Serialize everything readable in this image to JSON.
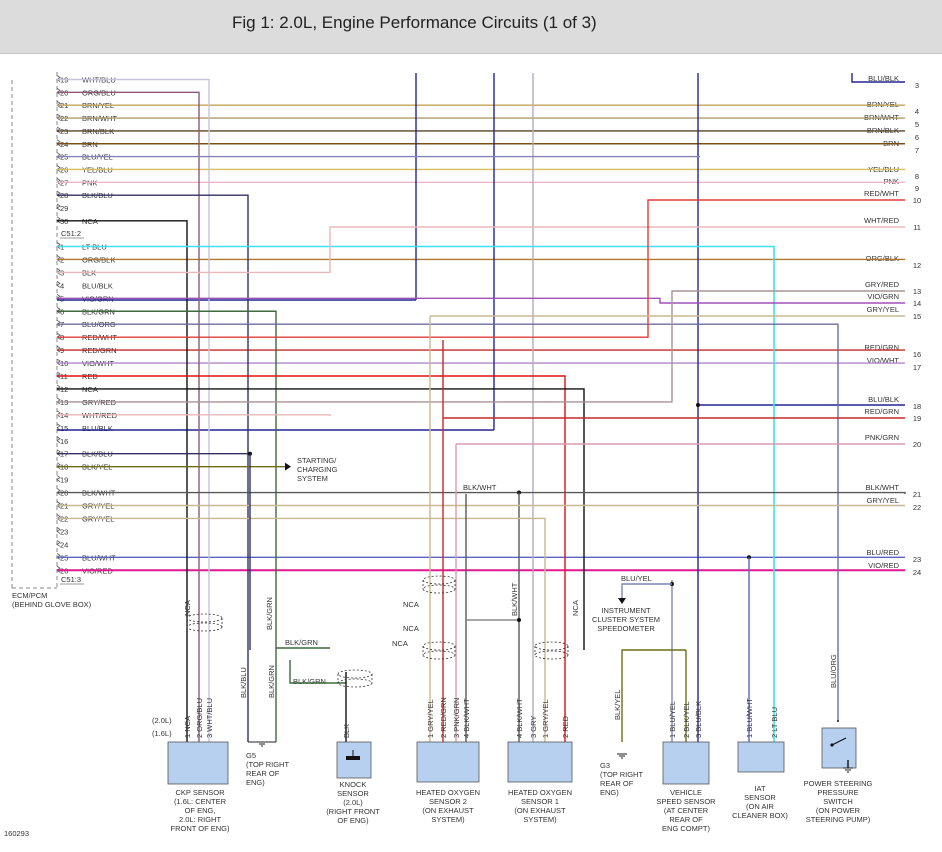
{
  "title": "Fig 1: 2.0L, Engine Performance Circuits (1 of 3)",
  "figure_id": "160293",
  "ecm": {
    "label": "ECM/PCM",
    "location": "(BEHIND GLOVE BOX)"
  },
  "connector_labels": [
    "C51:2",
    "C51:3"
  ],
  "connector1_pins": [
    {
      "pin": "19",
      "wire": "WHT/BLU"
    },
    {
      "pin": "20",
      "wire": "ORG/BLU"
    },
    {
      "pin": "21",
      "wire": "BRN/YEL"
    },
    {
      "pin": "22",
      "wire": "BRN/WHT"
    },
    {
      "pin": "23",
      "wire": "BRN/BLK"
    },
    {
      "pin": "24",
      "wire": "BRN"
    },
    {
      "pin": "25",
      "wire": "BLU/YEL"
    },
    {
      "pin": "26",
      "wire": "YEL/BLU"
    },
    {
      "pin": "27",
      "wire": "PNK"
    },
    {
      "pin": "28",
      "wire": "BLK/BLU"
    },
    {
      "pin": "29",
      "wire": ""
    },
    {
      "pin": "30",
      "wire": "NCA"
    }
  ],
  "connector2_pins": [
    {
      "pin": "1",
      "wire": "LT BLU"
    },
    {
      "pin": "2",
      "wire": "ORG/BLK"
    },
    {
      "pin": "3",
      "wire": "BLK"
    },
    {
      "pin": "4",
      "wire": "BLU/BLK"
    },
    {
      "pin": "5",
      "wire": "VIO/GRN"
    },
    {
      "pin": "6",
      "wire": "BLK/GRN"
    },
    {
      "pin": "7",
      "wire": "BLU/ORG"
    },
    {
      "pin": "8",
      "wire": "RED/WHT"
    },
    {
      "pin": "9",
      "wire": "RED/GRN"
    },
    {
      "pin": "10",
      "wire": "VIO/WHT"
    },
    {
      "pin": "11",
      "wire": "RED"
    },
    {
      "pin": "12",
      "wire": "NCA"
    },
    {
      "pin": "13",
      "wire": "GRY/RED"
    },
    {
      "pin": "14",
      "wire": "WHT/RED"
    },
    {
      "pin": "15",
      "wire": "BLU/BLK"
    },
    {
      "pin": "16",
      "wire": ""
    },
    {
      "pin": "17",
      "wire": "BLK/BLU"
    },
    {
      "pin": "18",
      "wire": "BLK/YEL"
    },
    {
      "pin": "19",
      "wire": ""
    },
    {
      "pin": "20",
      "wire": "BLK/WHT"
    },
    {
      "pin": "21",
      "wire": "GRY/YEL"
    },
    {
      "pin": "22",
      "wire": "GRY/YEL"
    },
    {
      "pin": "23",
      "wire": ""
    },
    {
      "pin": "24",
      "wire": ""
    },
    {
      "pin": "25",
      "wire": "BLU/WHT"
    },
    {
      "pin": "26",
      "wire": "VIO/RED"
    }
  ],
  "right_refs": [
    {
      "num": "3",
      "wire": "BLU/BLK"
    },
    {
      "num": "4",
      "wire": "BRN/YEL"
    },
    {
      "num": "5",
      "wire": "BRN/WHT"
    },
    {
      "num": "6",
      "wire": "BRN/BLK"
    },
    {
      "num": "7",
      "wire": "BRN"
    },
    {
      "num": "8",
      "wire": "YEL/BLU"
    },
    {
      "num": "9",
      "wire": "PNK"
    },
    {
      "num": "10",
      "wire": "RED/WHT"
    },
    {
      "num": "11",
      "wire": "WHT/RED"
    },
    {
      "num": "12",
      "wire": "ORG/BLK"
    },
    {
      "num": "13",
      "wire": "GRY/RED"
    },
    {
      "num": "14",
      "wire": "VIO/GRN"
    },
    {
      "num": "15",
      "wire": "GRY/YEL"
    },
    {
      "num": "16",
      "wire": "RED/GRN"
    },
    {
      "num": "17",
      "wire": "VIO/WHT"
    },
    {
      "num": "18",
      "wire": "BLU/BLK"
    },
    {
      "num": "19",
      "wire": "RED/GRN"
    },
    {
      "num": "20",
      "wire": "PNK/GRN"
    },
    {
      "num": "21",
      "wire": "BLK/WHT"
    },
    {
      "num": "22",
      "wire": "GRY/YEL"
    },
    {
      "num": "23",
      "wire": "BLU/RED"
    },
    {
      "num": "24",
      "wire": "VIO/RED"
    }
  ],
  "starting_charging": [
    "STARTING/",
    "CHARGING",
    "SYSTEM"
  ],
  "instrument_cluster": [
    "INSTRUMENT",
    "CLUSTER SYSTEM",
    "SPEEDOMETER"
  ],
  "wire_labels": {
    "blk_wht": "BLK/WHT",
    "blu_yel": "BLU/YEL",
    "blk_grn": "BLK/GRN",
    "nca": "NCA",
    "blu_org": "BLU/ORG"
  },
  "variant_labels": [
    "(2.0L)",
    "(1.6L)"
  ],
  "grounds": {
    "g5": [
      "G5",
      "(TOP RIGHT",
      "REAR OF",
      "ENG)"
    ],
    "g3": [
      "G3",
      "(TOP RIGHT",
      "REAR OF",
      "ENG)"
    ]
  },
  "components": [
    {
      "id": "ckp",
      "lines": [
        "CKP SENSOR",
        "(1.6L: CENTER",
        "OF ENG,",
        "2.0L: RIGHT",
        "FRONT OF ENG)"
      ],
      "pins": [
        "1 NCA",
        "2 ORG/BLU",
        "3 WHT/BLU"
      ]
    },
    {
      "id": "knock",
      "lines": [
        "KNOCK",
        "SENSOR",
        "(2.0L)",
        "(RIGHT FRONT",
        "OF ENG)"
      ],
      "pins": [
        "BLK"
      ]
    },
    {
      "id": "ho2s2",
      "lines": [
        "HEATED OXYGEN",
        "SENSOR 2",
        "(ON EXHAUST",
        "SYSTEM)"
      ],
      "pins": [
        "1 GRY/YEL",
        "2 RED/GRN",
        "3 PNK/GRN",
        "4 BLK/WHT"
      ]
    },
    {
      "id": "ho2s1",
      "lines": [
        "HEATED OXYGEN",
        "SENSOR 1",
        "(ON EXHAUST",
        "SYSTEM)"
      ],
      "pins": [
        "4 BLK/WHT",
        "3 GRY",
        "1 GRY/YEL",
        "2 RED"
      ]
    },
    {
      "id": "vss",
      "lines": [
        "VEHICLE",
        "SPEED SENSOR",
        "(AT CENTER",
        "REAR OF",
        "ENG COMPT)"
      ],
      "pins": [
        "1 BLU/YEL",
        "2 BLK/YEL",
        "3 BLU/BLK"
      ]
    },
    {
      "id": "iat",
      "lines": [
        "IAT",
        "SENSOR",
        "(ON AIR",
        "CLEANER BOX)"
      ],
      "pins": [
        "1 BLU/WHT",
        "2 LT BLU"
      ]
    },
    {
      "id": "ps",
      "lines": [
        "POWER STEERING",
        "PRESSURE",
        "SWITCH",
        "(ON POWER",
        "STEERING PUMP)"
      ],
      "pins": []
    }
  ],
  "ground_wires": {
    "g5": [
      "BLK/BLU",
      "BLK/GRN"
    ],
    "g3": [
      "BLK/YEL"
    ]
  },
  "colors": {
    "WHT/BLU": "#c4c4dc",
    "ORG/BLU": "#8c5a78",
    "BRN/YEL": "#c4a25a",
    "BRN/WHT": "#b09a6a",
    "BRN/BLK": "#5a4424",
    "BRN": "#7a5018",
    "BLU/YEL": "#8484b4",
    "YEL/BLU": "#d8c058",
    "PNK": "#f0b4c8",
    "BLK/BLU": "#303060",
    "LT BLU": "#40e0f0",
    "ORG/BLK": "#b07828",
    "BLK": "#101010",
    "BLU/BLK": "#242494",
    "VIO/GRN": "#a050b8",
    "BLK/GRN": "#3c6a3c",
    "BLU/ORG": "#6c6c9c",
    "RED/WHT": "#e03c3c",
    "RED/GRN": "#c82828",
    "VIO/WHT": "#b088c8",
    "RED": "#e01010",
    "NCA": "#101010",
    "GRY/RED": "#a89494",
    "WHT/RED": "#e8b8b8",
    "BLK/YEL": "#6e6e10",
    "BLK/WHT": "#585858",
    "GRY/YEL": "#c8b894",
    "BLU/WHT": "#5a64c4",
    "VIO/RED": "#e01890",
    "BLU/RED": "#6040c0",
    "PNK/GRN": "#d89cb0",
    "GRY": "#909090"
  }
}
